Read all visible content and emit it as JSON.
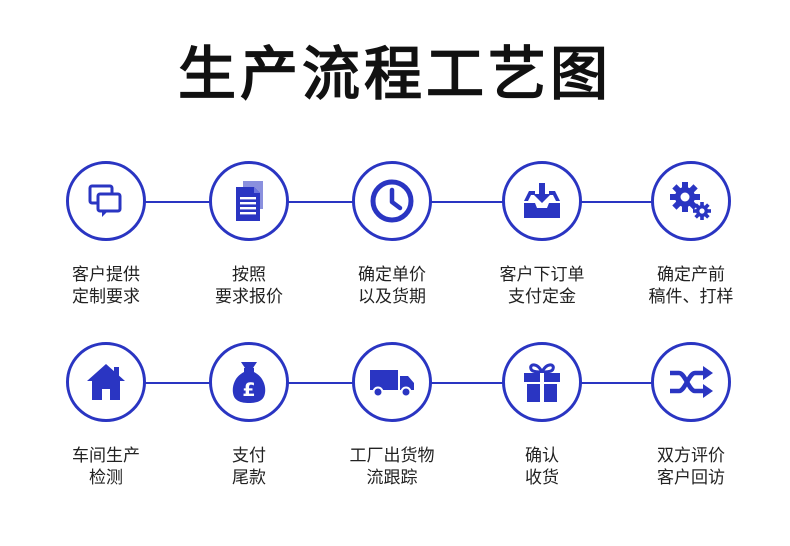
{
  "title": "生产流程工艺图",
  "colors": {
    "accent": "#2a35c2",
    "text": "#222222"
  },
  "rows": [
    {
      "steps": [
        {
          "icon": "chat-bubbles-icon",
          "lines": [
            "客户提供",
            "定制要求"
          ]
        },
        {
          "icon": "documents-icon",
          "lines": [
            "按照",
            "要求报价"
          ]
        },
        {
          "icon": "clock-icon",
          "lines": [
            "确定单价",
            "以及货期"
          ]
        },
        {
          "icon": "inbox-download-icon",
          "lines": [
            "客户下订单",
            "支付定金"
          ]
        },
        {
          "icon": "gears-icon",
          "lines": [
            "确定产前",
            "稿件、打样"
          ]
        }
      ]
    },
    {
      "steps": [
        {
          "icon": "house-icon",
          "lines": [
            "车间生产",
            "检测"
          ]
        },
        {
          "icon": "money-bag-icon",
          "lines": [
            "支付",
            "尾款"
          ]
        },
        {
          "icon": "truck-icon",
          "lines": [
            "工厂出货物",
            "流跟踪"
          ]
        },
        {
          "icon": "gift-icon",
          "lines": [
            "确认",
            "收货"
          ]
        },
        {
          "icon": "shuffle-icon",
          "lines": [
            "双方评价",
            "客户回访"
          ]
        }
      ]
    }
  ]
}
